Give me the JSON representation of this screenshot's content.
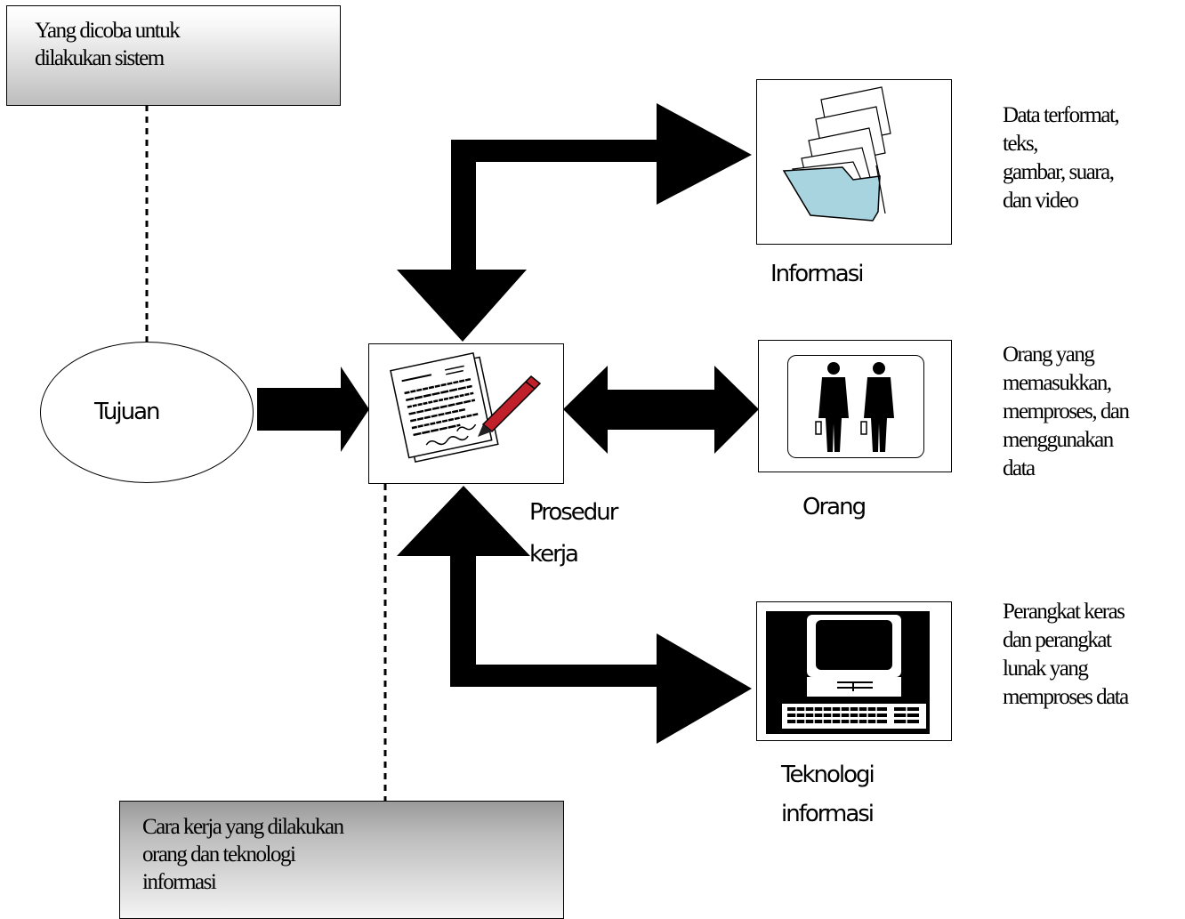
{
  "notes": {
    "goal": "Yang dicoba untuk\ndilakukan sistem",
    "method": "Cara kerja yang dilakukan\norang dan teknologi\ninformasi"
  },
  "nodes": {
    "center_label": "Prosedur\nkerja",
    "goal_label": "Tujuan",
    "information_label": "Informasi",
    "people_label": "Orang",
    "technology_label": "Teknologi\ninformasi"
  },
  "descriptions": {
    "information": "Data terformat,\nteks,\ngambar, suara,\ndan video",
    "people": "Orang yang\nmemasukkan,\nmemproses, dan\nmenggunakan\ndata",
    "technology": "Perangkat keras\ndan perangkat\nlunak yang\nmemproses data"
  },
  "icons": [
    "document-signature-icon",
    "folder-papers-icon",
    "people-icon",
    "computer-icon"
  ],
  "colors": {
    "arrow": "#000000",
    "folder": "#a8d4e0",
    "pen": "#c0202a"
  }
}
